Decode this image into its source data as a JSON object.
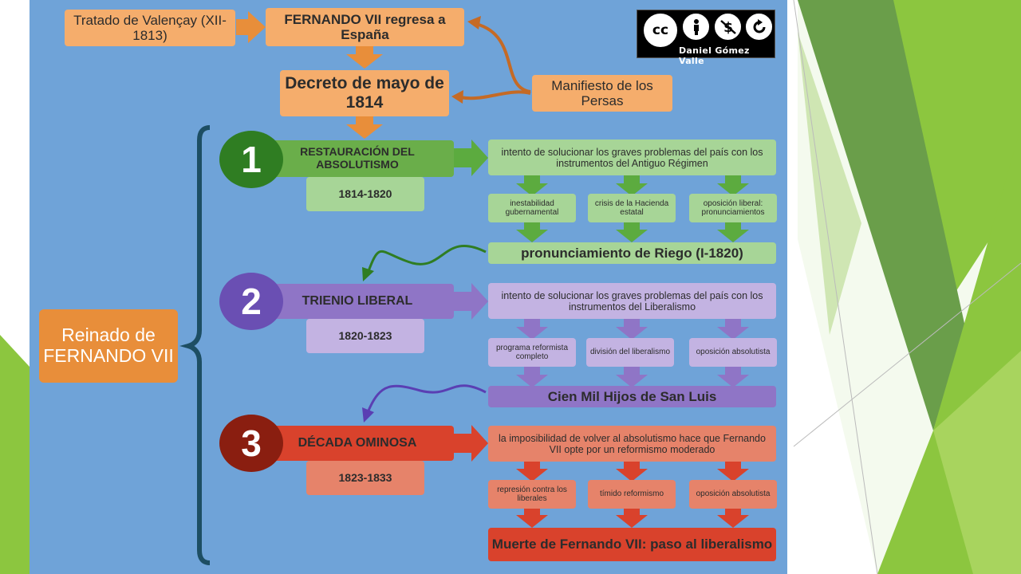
{
  "colors": {
    "background": "#6fa3d8",
    "orange": "#f5ad6c",
    "orange_strong": "#e88e3a",
    "green_dark": "#6aae4a",
    "green_light": "#a7d597",
    "green_circle": "#2f7d22",
    "purple_dark": "#8f75c6",
    "purple_light": "#c3b3e2",
    "purple_circle": "#6a4fb3",
    "red_dark": "#d9422c",
    "red_light": "#e6836a",
    "red_circle": "#8a1e10",
    "bracket": "#1d4e63",
    "slide_green": "#8cc63f"
  },
  "license": {
    "icons": [
      "cc-icon",
      "person-icon",
      "no-dollar-icon",
      "share-alike-icon"
    ],
    "cc_text": "cc",
    "author": "Daniel Gómez Valle"
  },
  "header": {
    "treaty": "Tratado de Valençay (XII-1813)",
    "return": "FERNANDO VII regresa a España",
    "decree": "Decreto de mayo de 1814",
    "manifesto": "Manifiesto de los Persas"
  },
  "reign": "Reinado de FERNANDO VII",
  "periods": [
    {
      "number": "1",
      "title": "RESTAURACIÓN DEL ABSOLUTISMO",
      "years": "1814-1820",
      "intent": "intento de solucionar los graves problemas del país con los instrumentos del Antiguo Régimen",
      "causes": [
        "inestabilidad gubernamental",
        "crisis de la Hacienda estatal",
        "oposición liberal: pronunciamientos"
      ],
      "outcome": "pronunciamiento de Riego (I-1820)"
    },
    {
      "number": "2",
      "title": "TRIENIO LIBERAL",
      "years": "1820-1823",
      "intent": "intento de solucionar los graves problemas del país con los instrumentos del Liberalismo",
      "causes": [
        "programa reformista completo",
        "división del liberalismo",
        "oposición absolutista"
      ],
      "outcome": "Cien Mil Hijos de San Luis"
    },
    {
      "number": "3",
      "title": "DÉCADA OMINOSA",
      "years": "1823-1833",
      "intent": "la imposibilidad de volver al absolutismo hace que Fernando VII opte por un reformismo moderado",
      "causes": [
        "represión contra los liberales",
        "tímido reformismo",
        "oposición absolutista"
      ],
      "outcome": "Muerte de Fernando VII: paso al liberalismo"
    }
  ]
}
